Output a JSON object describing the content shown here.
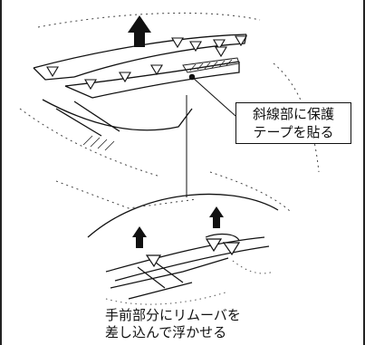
{
  "callout": {
    "line1": "斜線部に保護",
    "line2": "テープを貼る"
  },
  "caption": {
    "line1": "手前部分にリムーバを",
    "line2": "差し込んで浮かせる"
  }
}
